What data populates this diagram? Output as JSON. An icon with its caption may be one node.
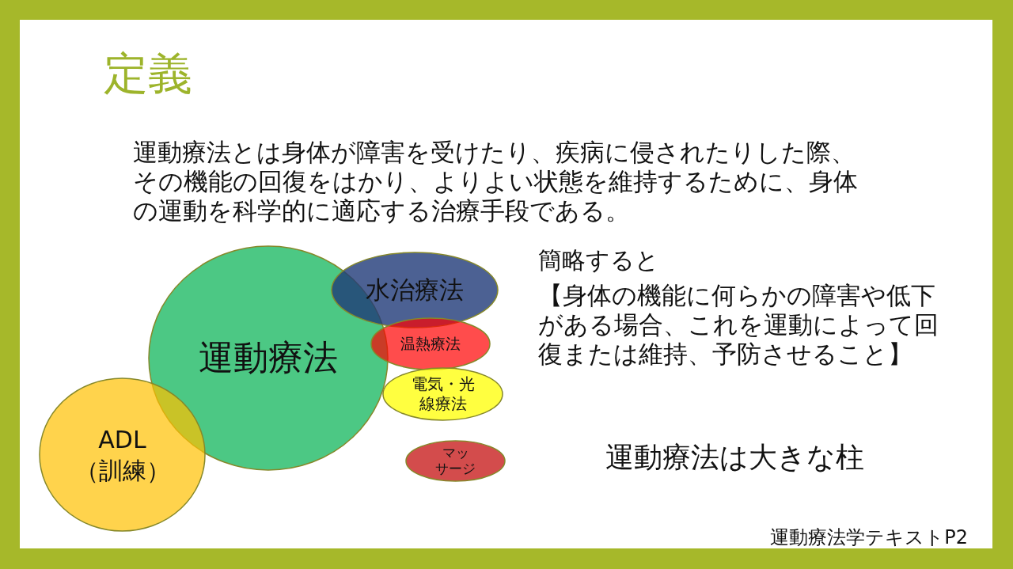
{
  "diagram": {
    "title": "定義",
    "nodes": [
      {
        "text": [
          "運動療法"
        ]
      },
      {
        "text": [
          "水治療法"
        ]
      },
      {
        "text": [
          "温熱療法"
        ]
      },
      {
        "text": [
          "電気・光線療法"
        ]
      },
      {
        "text": [
          "マッサージ"
        ]
      },
      {
        "text": [
          "ADL（訓練）"
        ]
      }
    ],
    "labels": [
      "運動療法とは身体が障害を受けたり、疾病に侵されたりした際、その機能の回復をはかり、よりよい状態を維持するために、身体の運動を科学的に適応する治療手段である。",
      "簡略すると",
      "【身体の機能に何らかの障害や低下がある場合、これを運動によって回復または維持、予防させること】",
      "運動療法は大きな柱",
      "運動療法学テキストP2"
    ]
  }
}
